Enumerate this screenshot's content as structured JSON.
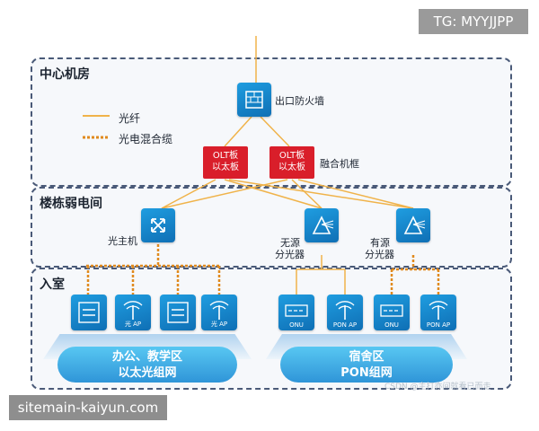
{
  "badges": {
    "tg": "TG: MYYJJPP",
    "site": "sitemain-kaiyun.com"
  },
  "zones": {
    "center": "中心机房",
    "building": "楼栋弱电间",
    "room": "入室"
  },
  "legend": {
    "fiber": "光纤",
    "hybrid": "光电混合缆"
  },
  "devices": {
    "firewall": "出口防火墙",
    "olt_board_1a": "OLT板",
    "olt_board_1b": "以太板",
    "olt_board_2a": "OLT板",
    "olt_board_2b": "以太板",
    "converged": "融合机框",
    "optical_host": "光主机",
    "passive_splitter_1": "无源",
    "passive_splitter_2": "分光器",
    "active_splitter_1": "有源",
    "active_splitter_2": "分光器"
  },
  "endpoints": {
    "ap_light": "光 AP",
    "onu": "ONU",
    "pon_ap": "PON AP"
  },
  "bands": {
    "office_1": "办公、教学区",
    "office_2": "以太光组网",
    "dorm_1": "宿舍区",
    "dorm_2": "PON组网"
  },
  "watermark": "CSDN @主打亦间就看已而走",
  "colors": {
    "fiber": "#f0b34a",
    "hybrid": "#e08a1e",
    "device": "#1584cf",
    "olt": "#d91e2a"
  }
}
